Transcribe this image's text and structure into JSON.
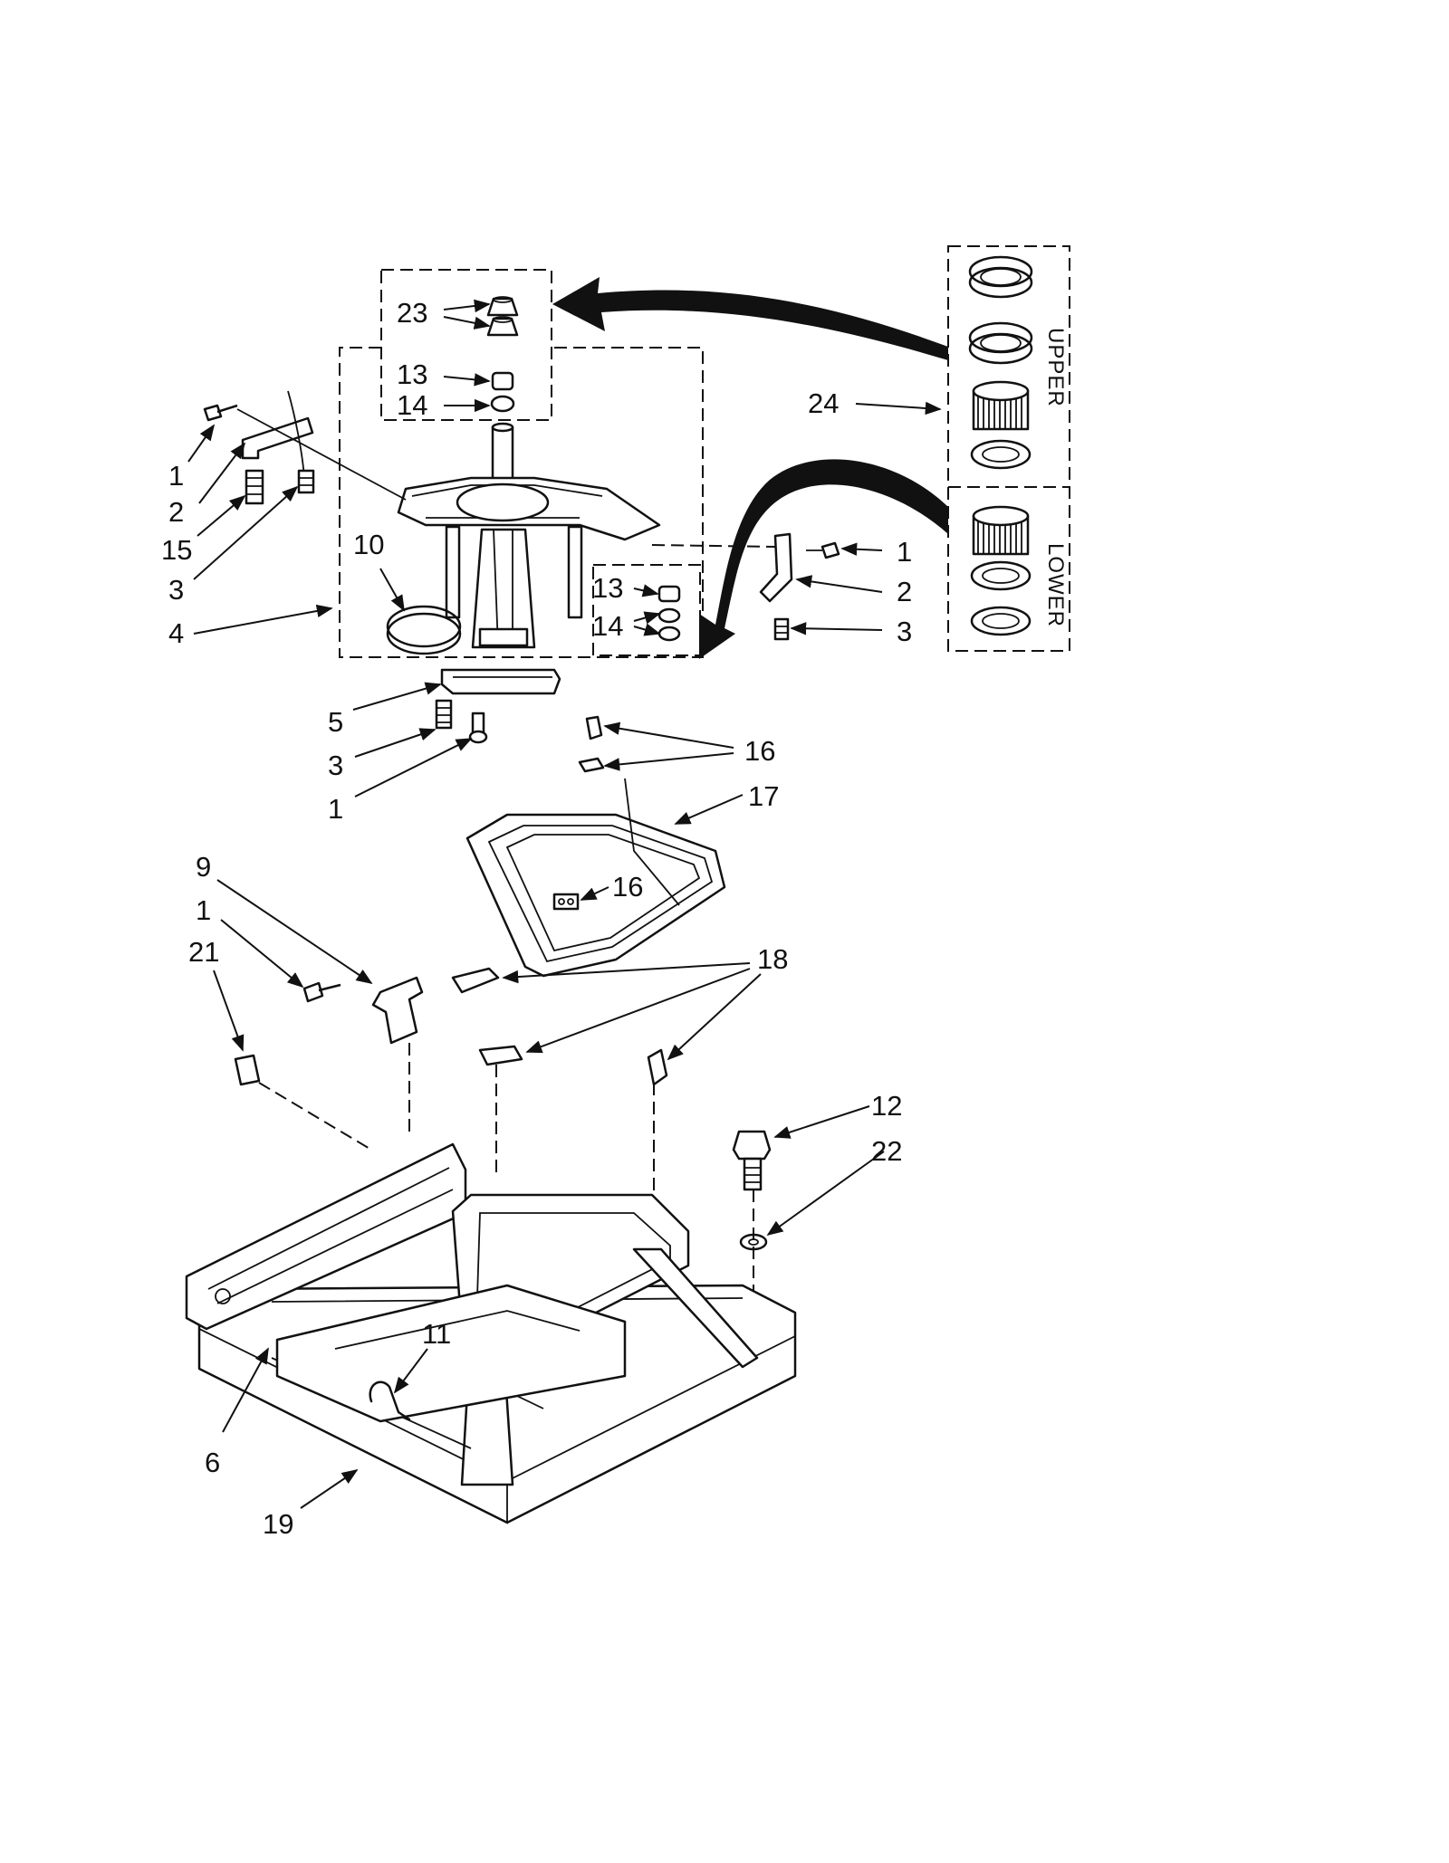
{
  "callouts": {
    "c1a": "1",
    "c2a": "2",
    "c15": "15",
    "c3a": "3",
    "c4": "4",
    "c10": "10",
    "c23": "23",
    "c13a": "13",
    "c14a": "14",
    "c24": "24",
    "c13b": "13",
    "c14b": "14",
    "c1b": "1",
    "c2b": "2",
    "c3b": "3",
    "c5": "5",
    "c3c": "3",
    "c1c": "1",
    "c16a": "16",
    "c17": "17",
    "c16b": "16",
    "c9": "9",
    "c1d": "1",
    "c21": "21",
    "c18": "18",
    "c12": "12",
    "c22": "22",
    "c11": "11",
    "c6": "6",
    "c19": "19"
  },
  "kit_labels": {
    "upper": "UPPER",
    "lower": "LOWER"
  }
}
